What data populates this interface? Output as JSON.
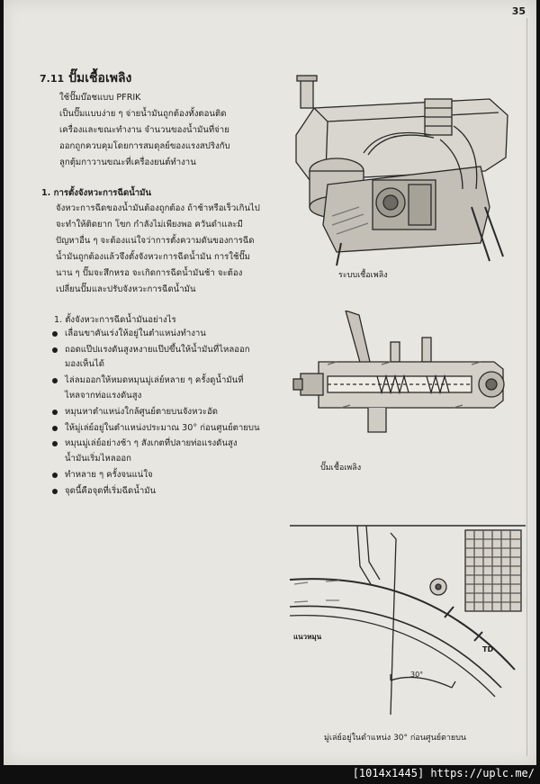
{
  "page_number": "35",
  "section": {
    "number": "7.11",
    "title": "ปั๊มเชื้อเพลิง",
    "intro_lines": [
      "ใช้ปั๊มบ๊อชแบบ PFRIK",
      "เป็นปั๊มแบบง่าย ๆ จ่ายน้ำมันถูกต้องทั้งตอนติด",
      "เครื่องและขณะทำงาน จำนวนของน้ำมันที่จ่าย",
      "ออกถูกควบคุมโดยการสมดุลย์ของแรงสปริงกับ",
      "ลูกตุ้มกาวานขณะที่เครื่องยนต์ทำงาน"
    ]
  },
  "subsection": {
    "number": "1.",
    "title": "การตั้งจังหวะการฉีดน้ำมัน",
    "lines": [
      "จังหวะการฉีดของน้ำมันต้องถูกต้อง ถ้าช้าหรือเร็วเกินไป",
      "จะทำให้ติดยาก โขก กำลังไม่เพียงพอ ควันดำและมี",
      "ปัญหาอื่น ๆ จะต้องแน่ใจว่าการตั้งความดันของการฉีด",
      "น้ำมันถูกต้องแล้วจึงตั้งจังหวะการฉีดน้ำมัน การใช้ปั๊ม",
      "นาน ๆ ปั๊มจะสึกหรอ จะเกิดการฉีดน้ำมันช้า จะต้อง",
      "เปลี่ยนปั๊มและปรับจังหวะการฉีดน้ำมัน"
    ]
  },
  "steps_title": "1. ตั้งจังหวะการฉีดน้ำมันอย่างไร",
  "steps": [
    [
      "เลื่อนขาคันเร่งให้อยู่ในตำแหน่งทำงาน",
      ""
    ],
    [
      "ถอดแป๊ปแรงดันสูงหงายแป๊ปขึ้นให้น้ำมันที่ไหลออก",
      "มองเห็นได้"
    ],
    [
      "ไล่ลมออกให้หมดหมุนมู่เล่ย์หลาย ๆ ครั้งดูน้ำมันที่",
      "ไหลจากท่อแรงดันสูง"
    ],
    [
      "หมุนหาตำแหน่งใกล้ศูนย์ตายบนจังหวะอัด",
      ""
    ],
    [
      "ให้มู่เล่ย์อยู่ในตำแหน่งประมาณ 30° ก่อนศูนย์ตายบน",
      ""
    ],
    [
      "หมุนมู่เล่ย์อย่างช้า ๆ สังเกตที่ปลายท่อแรงดันสูง",
      "น้ำมันเริ่มไหลออก"
    ],
    [
      "ทำหลาย ๆ ครั้งจนแน่ใจ",
      ""
    ],
    [
      "จุดนี้คือจุดที่เริ่มฉีดน้ำมัน",
      ""
    ]
  ],
  "figures": {
    "fuel_system_caption": "ระบบเชื้อเพลิง",
    "pump_caption": "ปั๊มเชื้อเพลิง",
    "flywheel_caption": "มู่เล่ย์อยู่ในตำแหน่ง 30° ก่อนศูนย์ตายบน",
    "flywheel_label_rotation": "แนวหมุน",
    "flywheel_label_angle": "30°",
    "flywheel_label_td": "TD"
  },
  "footer": "[1014x1445] https://uplc.me/"
}
